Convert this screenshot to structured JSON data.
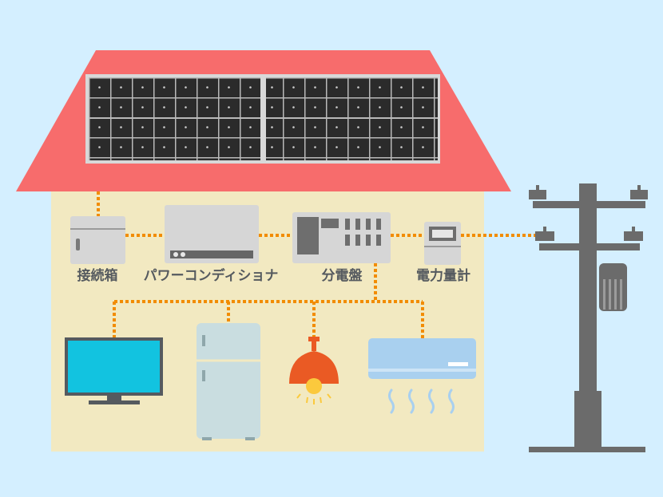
{
  "colors": {
    "background": "#d4efff",
    "roof": "#f76c6c",
    "wall": "#f2e9c1",
    "panel": "#2d2d2d",
    "wire": "#f28c00",
    "device": "#d5d5d5",
    "pole": "#6b6b6b",
    "tv_screen": "#12c3e0",
    "fridge": "#c9dde0",
    "lamp": "#ea5a24",
    "aircon": "#a9d0ef"
  },
  "labels": {
    "junction_box": "接続箱",
    "power_conditioner": "パワーコンディショナ",
    "distribution_board": "分電盤",
    "power_meter": "電力量計"
  },
  "icons": [
    "solar-panel-icon",
    "junction-box-icon",
    "power-conditioner-icon",
    "distribution-board-icon",
    "power-meter-icon",
    "utility-pole-icon",
    "tv-icon",
    "refrigerator-icon",
    "lamp-icon",
    "air-conditioner-icon"
  ]
}
